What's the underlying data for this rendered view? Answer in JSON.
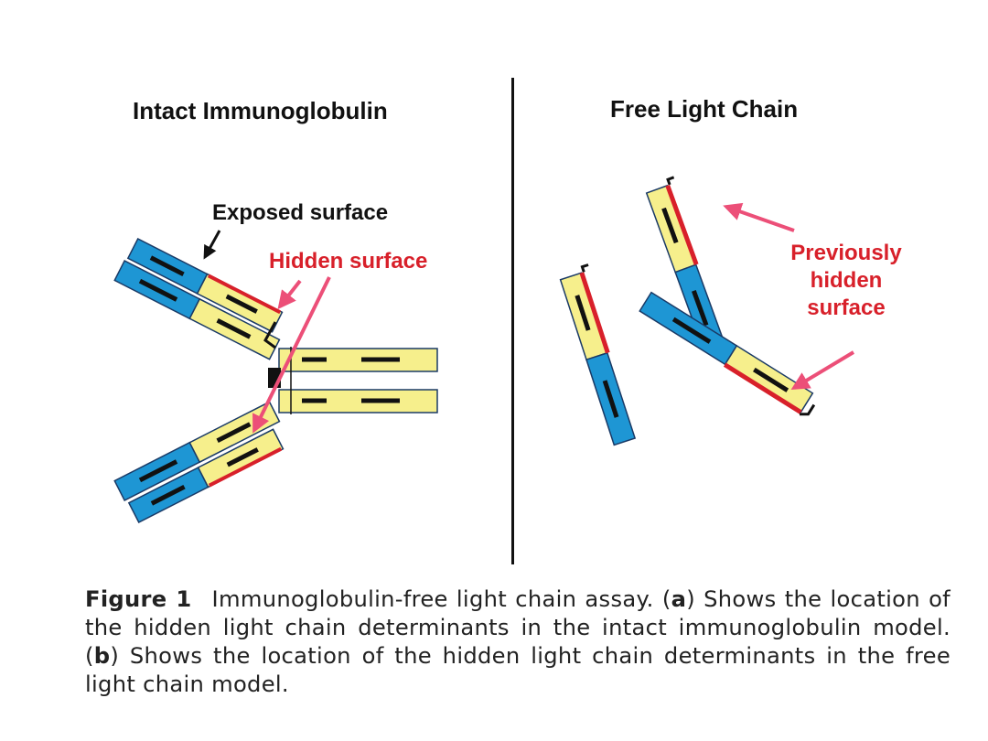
{
  "panels": {
    "left_title": "Intact Immunoglobulin",
    "right_title": "Free Light Chain"
  },
  "labels": {
    "exposed_surface": "Exposed surface",
    "hidden_surface": "Hidden surface",
    "previously_hidden_surface": "Previously hidden surface"
  },
  "caption": {
    "figure_label": "Figure 1",
    "part1": "Immunoglobulin-free light chain assay. (",
    "a": "a",
    "part2": ") Shows the location of the hidden light chain determinants in the intact immunoglobulin model. (",
    "b": "b",
    "part3": ") Shows the location of the hidden light chain determinants in the free light chain model."
  },
  "colors": {
    "constant_domain": "#f6ef8c",
    "variable_domain": "#1e96d4",
    "hidden_surface": "#d8202a",
    "arrow": "#ec4f78",
    "outline": "#111111"
  }
}
